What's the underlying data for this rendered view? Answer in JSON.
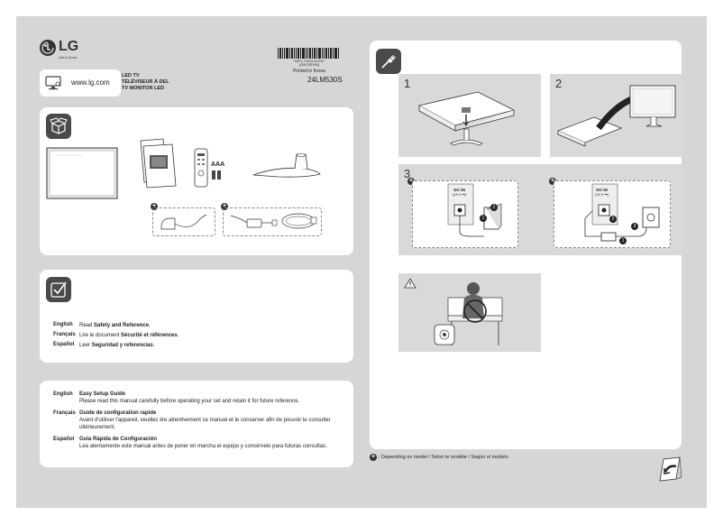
{
  "brand": {
    "logo_text": "LG",
    "tagline": "Life's Good"
  },
  "website": "www.lg.com",
  "product": {
    "line1": "LED TV",
    "line2": "TÉLÉVISEUR À DEL",
    "line3": "TV MONITOR LED",
    "model": "24LM530S"
  },
  "barcode": {
    "code": "*MFL70024106*",
    "sub": "(2002-REV00)",
    "printed": "Printed in Korea"
  },
  "accessories": {
    "batteries": "AAA"
  },
  "reference": [
    {
      "lang": "English",
      "pre": "Read ",
      "bold": "Safety and Reference",
      "post": "."
    },
    {
      "lang": "Français",
      "pre": "Lire le document ",
      "bold": "Sécurité et références",
      "post": "."
    },
    {
      "lang": "Español",
      "pre": "Leer ",
      "bold": "Seguridad y referencias",
      "post": "."
    }
  ],
  "guide": [
    {
      "lang": "English",
      "title": "Easy Setup Guide",
      "body": "Please read this manual carefully before operating your set and retain it for future reference."
    },
    {
      "lang": "Français",
      "title": "Guide de configuration rapide",
      "body": "Avant d'utiliser l'appareil, veuillez lire attentivement ce manuel et le conserver afin de pouvoir le consulter ultérieurement."
    },
    {
      "lang": "Español",
      "title": "Guía Rápida de Configuración",
      "body": "Lea atentamente este manual antes de poner en marcha el equipo y consérvelo para futuras consultas."
    }
  ],
  "steps": {
    "s1": "1",
    "s2": "2",
    "s3": "3"
  },
  "dc_in": {
    "label": "DC-IN",
    "spec": "(19 V ⎓)"
  },
  "connect_steps": {
    "a1": "1",
    "a2": "2",
    "b1": "1",
    "b2": "2",
    "b3": "3"
  },
  "footnote": ": Depending on model / Selon le modèle / Según el modelo",
  "colors": {
    "sheet": "#d6d6d6",
    "icon": "#4a4a4a",
    "step": "#d9d9d9"
  }
}
